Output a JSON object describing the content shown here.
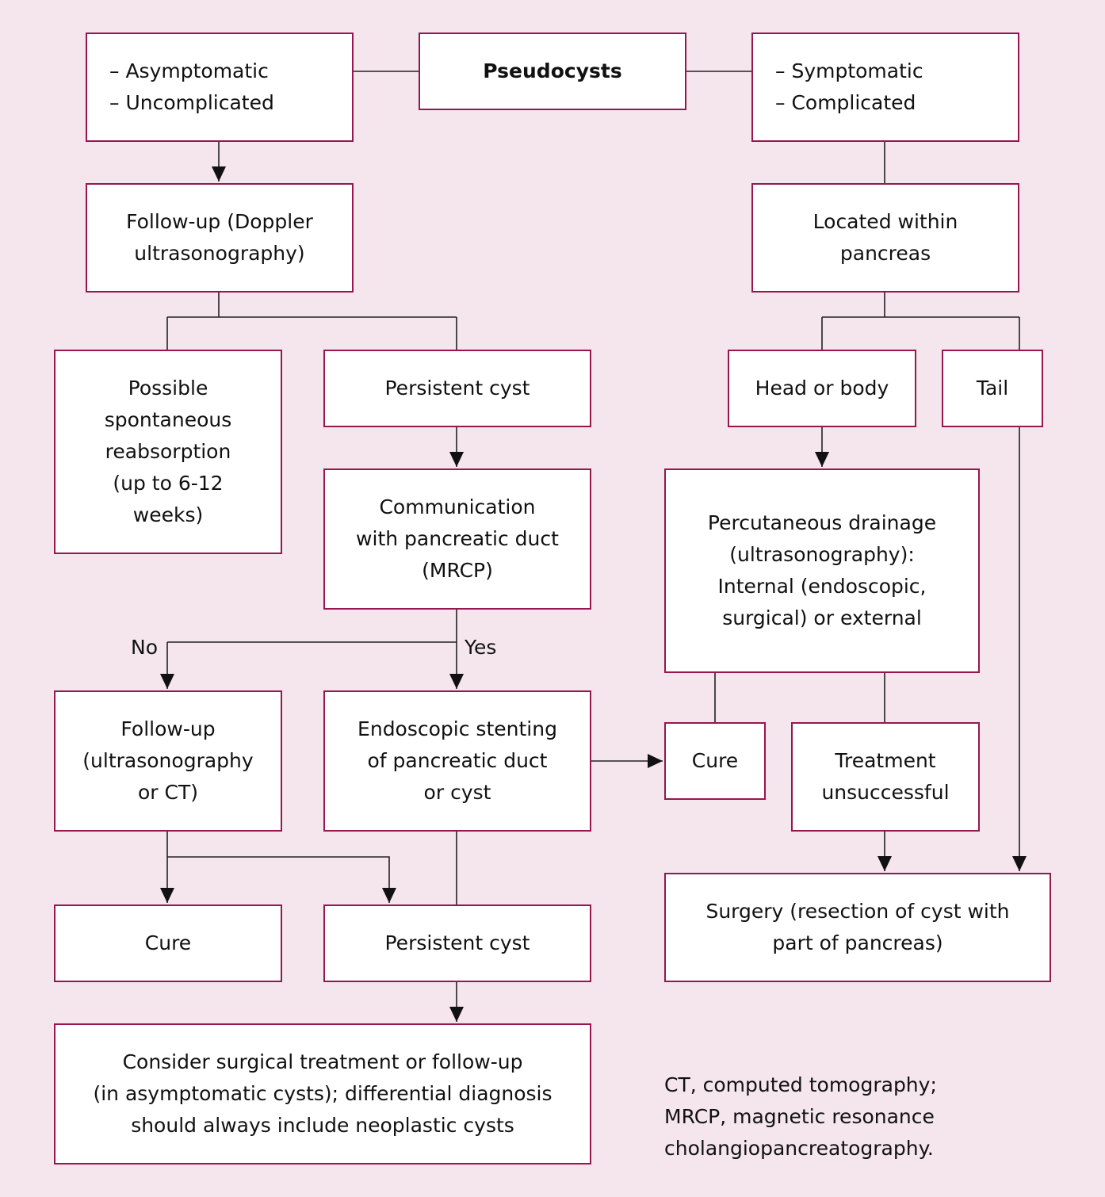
{
  "colors": {
    "background": "#F5E6EE",
    "border": "#96174F",
    "box_fill": "#FFFFFF",
    "line": "#222222",
    "text": "#111111"
  },
  "nodes": {
    "asymptomatic": [
      "– Asymptomatic",
      "– Uncomplicated"
    ],
    "pseudocysts": [
      "Pseudocysts"
    ],
    "symptomatic": [
      "– Symptomatic",
      "– Complicated"
    ],
    "followup_doppler": [
      "Follow-up (Doppler",
      "ultrasonography)"
    ],
    "located_within": [
      "Located within",
      "pancreas"
    ],
    "spontaneous": [
      "Possible",
      "spontaneous",
      "reabsorption",
      "(up to 6-12",
      "weeks)"
    ],
    "persistent_1": [
      "Persistent cyst"
    ],
    "head_body": [
      "Head or body"
    ],
    "tail": [
      "Tail"
    ],
    "communication": [
      "Communication",
      "with pancreatic duct",
      "(MRCP)"
    ],
    "percutaneous": [
      "Percutaneous drainage",
      "(ultrasonography):",
      "Internal (endoscopic,",
      "surgical) or external"
    ],
    "followup_us": [
      "Follow-up",
      "(ultrasonography",
      "or CT)"
    ],
    "endoscopic": [
      "Endoscopic stenting",
      "of pancreatic duct",
      "or cyst"
    ],
    "cure_mid": [
      "Cure"
    ],
    "unsuccessful": [
      "Treatment",
      "unsuccessful"
    ],
    "cure_bottom": [
      "Cure"
    ],
    "persistent_2": [
      "Persistent cyst"
    ],
    "surgery": [
      "Surgery (resection of cyst with",
      "part of pancreas)"
    ],
    "consider": [
      "Consider surgical treatment or follow-up",
      "(in asymptomatic cysts); differential diagnosis",
      "should always include neoplastic cysts"
    ]
  },
  "labels": {
    "no": "No",
    "yes": "Yes"
  },
  "footnote": [
    "CT, computed tomography;",
    "MRCP, magnetic resonance",
    "cholangiopancreatography."
  ]
}
